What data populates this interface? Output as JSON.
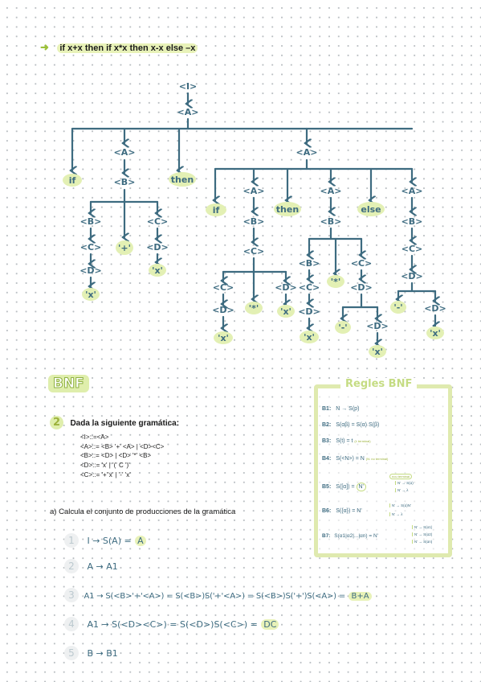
{
  "header": {
    "arrow": "➜",
    "expression": "if x+x then if x*x then x-x else –x"
  },
  "tree": {
    "I": "<I>",
    "A": "<A>",
    "B": "<B>",
    "C": "<C>",
    "D": "<D>",
    "if": "if",
    "then": "then",
    "else": "else",
    "plus": "'+'",
    "times": "'*'",
    "minus": "'-'",
    "x": "'x'",
    "x2": "'x'",
    "x3": "'x'",
    "x4": "'x'",
    "x5": "'x'",
    "x6": "'x'"
  },
  "bnf_title": "BNF",
  "exercise": {
    "number": "2",
    "title": "Dada la siguiente gramática:",
    "grammar": [
      "<I>::=<A>",
      "<A>::= <B> '+' <A> | <D><C>",
      "<B>::= <D> | <D> '*' <B>",
      "<D>::= 'x' | '(' C ')'",
      "<C>::= '+''x' | '-' 'x'"
    ],
    "question": "a) Calcula el conjunto de producciones de la gramática"
  },
  "steps": [
    {
      "num": "1",
      "text": "I → S(A) =",
      "result": "A"
    },
    {
      "num": "2",
      "text": "A → A1",
      "result": ""
    },
    {
      "num": "3",
      "text": "A1 → S(<B>'+'<A>) = S(<B>)S('+'<A>) = S(<B>)S('+')S(<A>) =",
      "result": "B+A"
    },
    {
      "num": "4",
      "text": "A1 → S(<D><C>) = S(<D>)S(<C>) =",
      "result": "DC"
    },
    {
      "num": "5",
      "text": "B → B1",
      "result": ""
    }
  ],
  "rules": {
    "title": "Regles BNF",
    "items": [
      {
        "id": "B1:",
        "text": "N → S(p)",
        "note": ""
      },
      {
        "id": "B2:",
        "text": "S(αβ) = S(α) S(β)",
        "note": ""
      },
      {
        "id": "B3:",
        "text": "S(t) = t",
        "note": "(t: terminal)"
      },
      {
        "id": "B4:",
        "text": "S(<N>) = N",
        "note": "(N: no terminal)"
      },
      {
        "id": "B5:",
        "text": "S([α]) =",
        "note": "nou terminal",
        "sym": "N'",
        "sub": [
          "N' → S(α)",
          "N' → λ"
        ]
      },
      {
        "id": "B6:",
        "text": "S({α}) = N'",
        "note": "",
        "sub": [
          "N' → S(α)N'",
          "N' → λ"
        ]
      },
      {
        "id": "B7:",
        "text": "S(α1|α2|...|αn) = N'",
        "note": "",
        "sub": [
          "N' → S(α1)",
          "N' → S(α2)",
          "N' → S(αn)"
        ]
      }
    ]
  },
  "colors": {
    "tree": "#3d6b80",
    "highlight": "#dfeeac",
    "bnf_green": "#c5dc83",
    "step_num": "#bcc9cf",
    "text_dark": "#1a1a1a"
  }
}
